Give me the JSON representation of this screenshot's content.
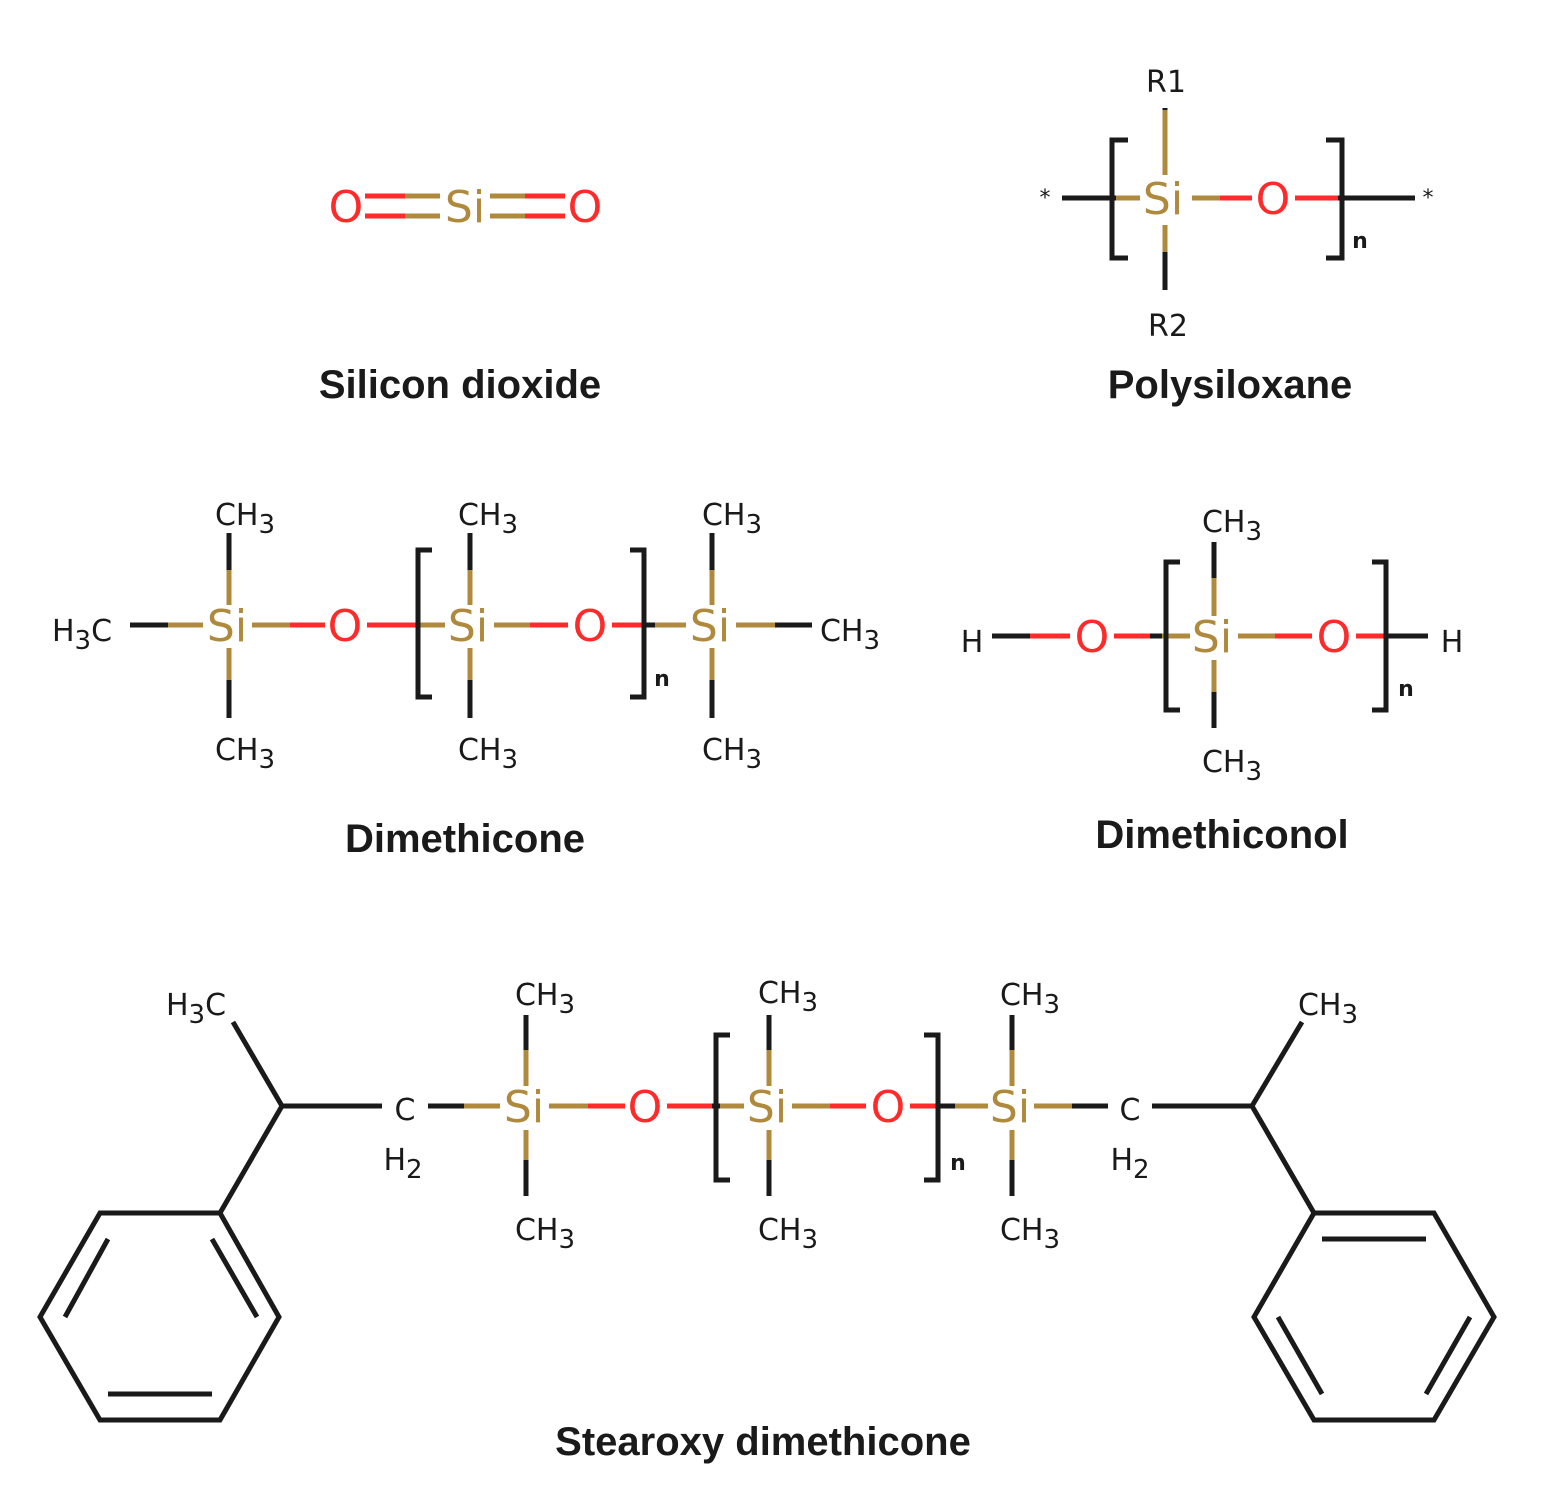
{
  "colors": {
    "carbon_hydrogen": "#1a1a1a",
    "oxygen": "#ff2a2a",
    "silicon": "#b08a3c",
    "caption": "#1a1a1a",
    "background": "#ffffff"
  },
  "labels": {
    "Si": "Si",
    "O": "O",
    "H": "H",
    "C": "C",
    "CH": "CH",
    "HC_H": "H",
    "HC_C": "C",
    "sub3": "3",
    "sub2": "2",
    "n": "n",
    "R1": "R1",
    "R2": "R2",
    "star": "*"
  },
  "captions": {
    "silicon_dioxide": "Silicon dioxide",
    "polysiloxane": "Polysiloxane",
    "dimethicone": "Dimethicone",
    "dimethiconol": "Dimethiconol",
    "stearoxy_dimethicone": "Stearoxy dimethicone"
  }
}
